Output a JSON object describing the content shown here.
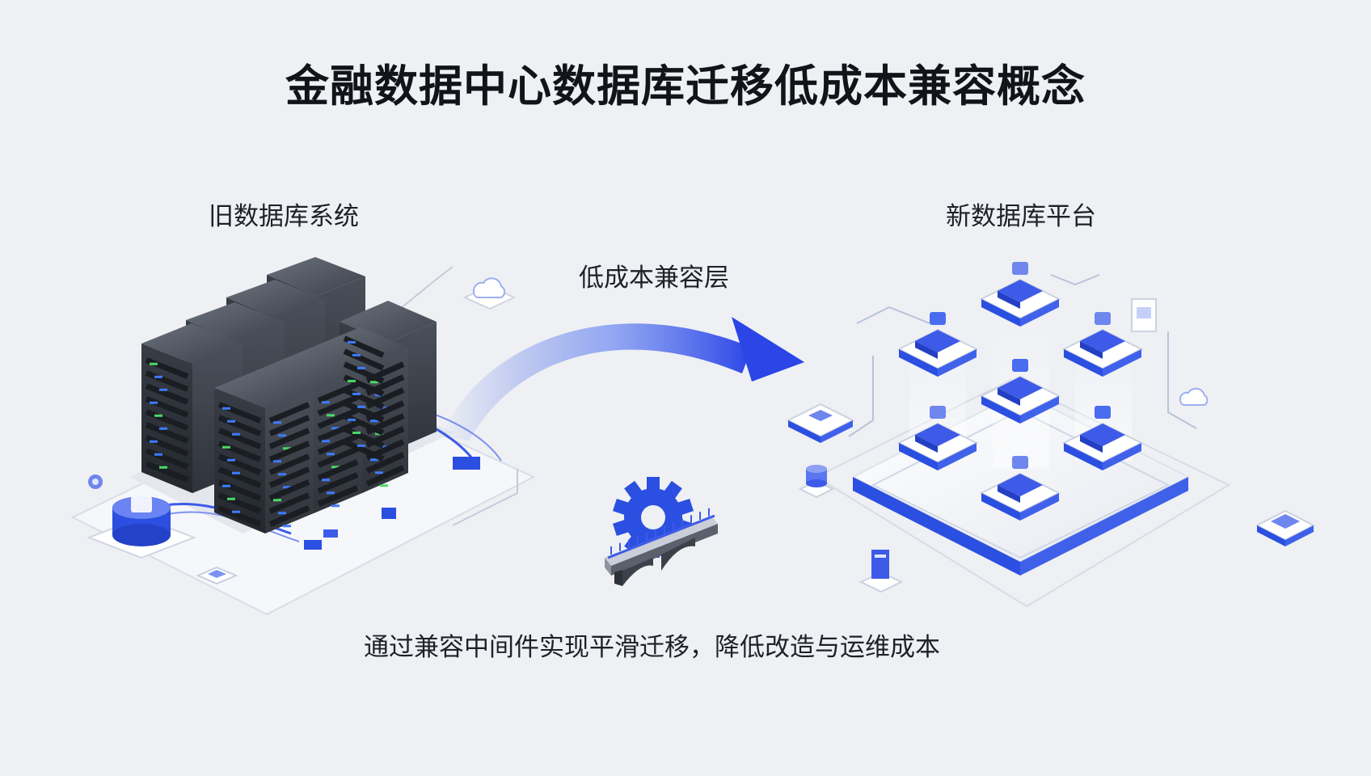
{
  "title": "金融数据中心数据库迁移低成本兼容概念",
  "old_system": {
    "label": "旧数据库系统"
  },
  "new_system": {
    "label": "新数据库平台"
  },
  "bridge": {
    "label": "低成本兼容层"
  },
  "caption": "通过兼容中间件实现平滑迁移，降低改造与运维成本",
  "colors": {
    "background": "#eef0f4",
    "accent": "#2b4fe0",
    "server_dark": "#2c3038",
    "led_blue": "#3d7bff",
    "led_green": "#4cd964"
  },
  "icons": [
    "server-rack-icon",
    "database-cylinder-icon",
    "cloud-icon",
    "gear-icon",
    "bridge-icon",
    "chip-icon",
    "arrow-icon"
  ]
}
